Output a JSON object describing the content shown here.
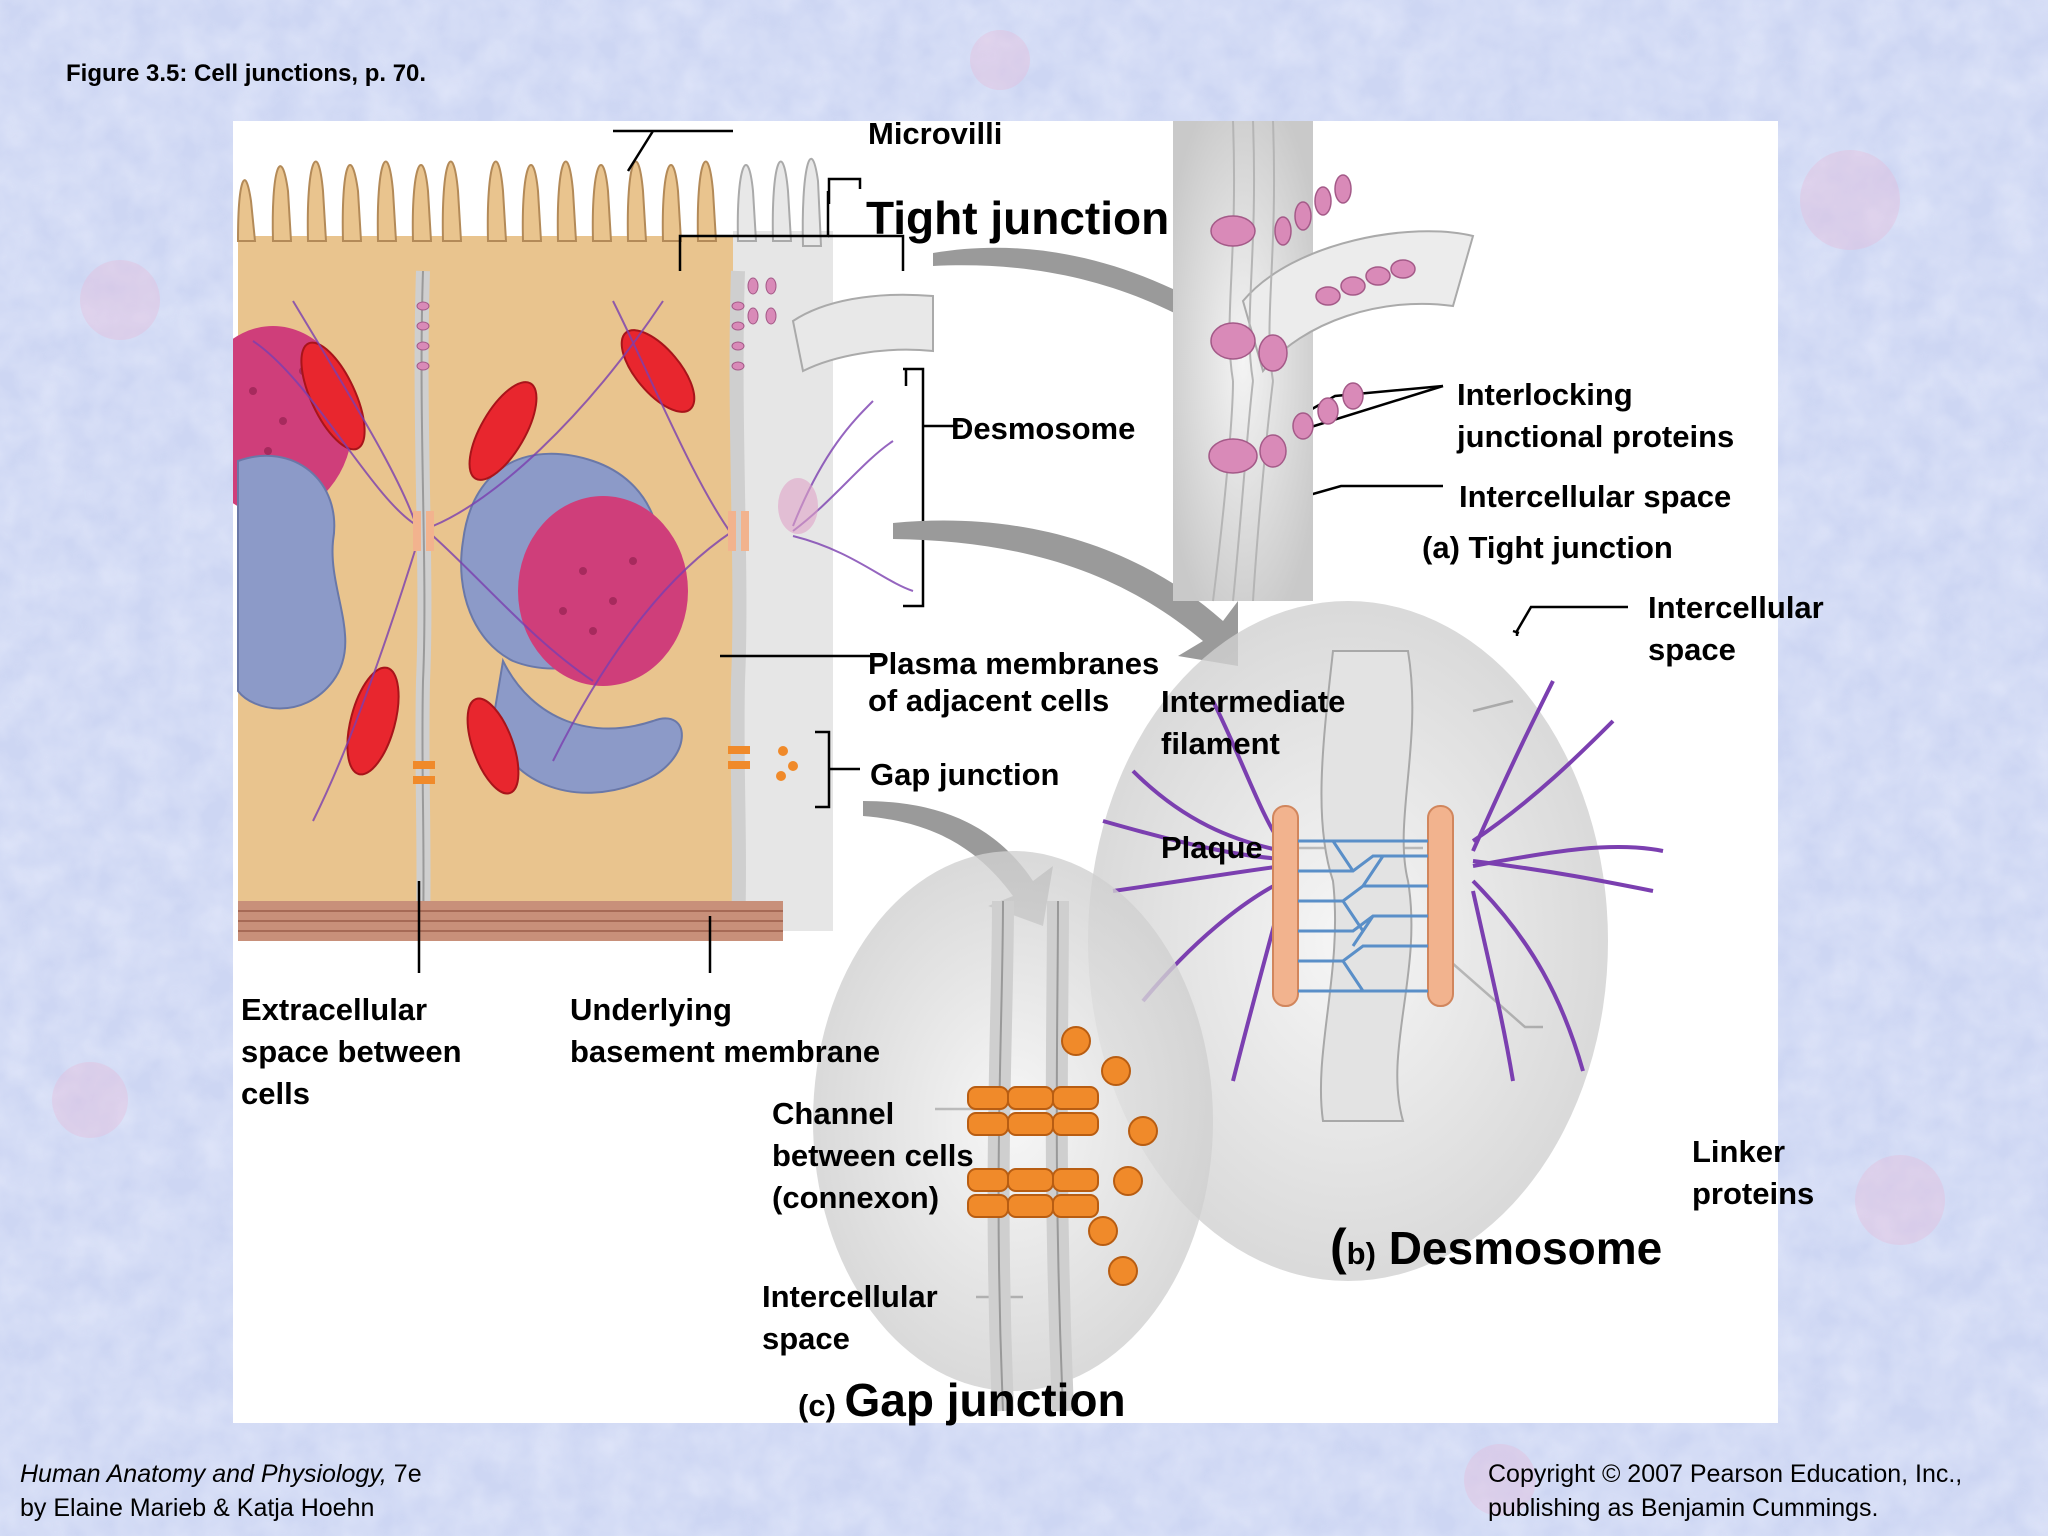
{
  "slide": {
    "title": "Figure 3.5:  Cell junctions, p. 70.",
    "footer_left_line1_title": "Human Anatomy and Physiology,",
    "footer_left_line1_edition": " 7e",
    "footer_left_line2": "by Elaine Marieb & Katja Hoehn",
    "footer_right_line1": "Copyright © 2007 Pearson Education, Inc.,",
    "footer_right_line2": "publishing as Benjamin Cummings."
  },
  "labels": {
    "microvilli": "Microvilli",
    "tight_junction": "Tight junction",
    "desmosome": "Desmosome",
    "plasma_membranes_1": "Plasma membranes",
    "plasma_membranes_2": "of adjacent cells",
    "gap_junction": "Gap junction",
    "extracellular_1": "Extracellular",
    "extracellular_2": "space between",
    "extracellular_3": "cells",
    "basement_1": "Underlying",
    "basement_2": "basement membrane",
    "interlocking_1": "Interlocking",
    "interlocking_2": "junctional proteins",
    "intercellular_a": "Intercellular space",
    "caption_a": "(a) Tight junction",
    "intercellular_b1": "Intercellular",
    "intercellular_b2": "space",
    "intermediate_1": "Intermediate",
    "intermediate_2": "filament",
    "plaque": "Plaque",
    "linker_1": "Linker",
    "linker_2": "proteins",
    "caption_b_open": "(",
    "caption_b_letter": "b)",
    "caption_b_word": " Desmosome",
    "channel_1": "Channel",
    "channel_2": "between cells",
    "channel_3": "(connexon)",
    "intercellular_c1": "Intercellular",
    "intercellular_c2": "space",
    "caption_c_letter": "(c) ",
    "caption_c_word": "Gap junction"
  },
  "colors": {
    "background": "#c9d3f2",
    "cytoplasm": "#e9c48e",
    "nucleus": "#cf3e7a",
    "golgi": "#8c9ac8",
    "mitochondria": "#e8262e",
    "membrane": "#dcdcdc",
    "filament": "#7b3fb0",
    "connexon": "#f08a2a",
    "plaque": "#f2b38e",
    "junction_protein": "#d98ab8"
  }
}
